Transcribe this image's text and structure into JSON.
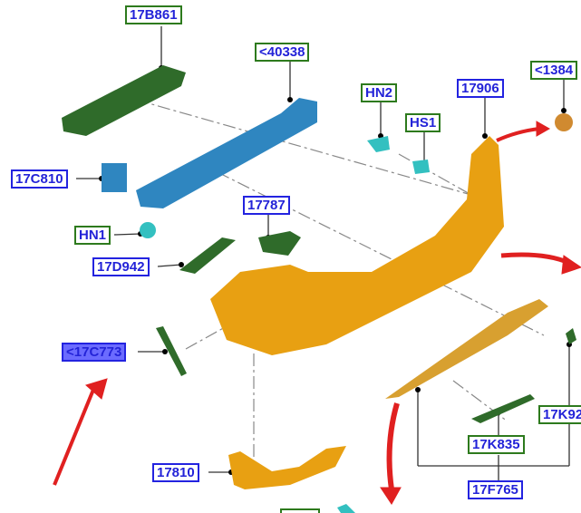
{
  "labels": {
    "l17B861": "17B861",
    "l40338": "<40338",
    "lHN2": "HN2",
    "l17906": "17906",
    "l1384": "<1384",
    "lHS1": "HS1",
    "l17C810": "17C810",
    "l17787": "17787",
    "lHN1": "HN1",
    "l17D942": "17D942",
    "l17C773": "<17C773",
    "l17K92": "17K92",
    "l17K835": "17K835",
    "l17810": "17810",
    "l17F765": "17F765"
  },
  "colors": {
    "part_orange": "#e8a012",
    "part_green": "#2f6b2a",
    "part_blue": "#2f86c0",
    "part_teal": "#33c0c0",
    "arrow": "#e02020",
    "label_green": "#2d7a1d",
    "label_blue": "#2323e0",
    "highlight": "#6b6bff"
  }
}
